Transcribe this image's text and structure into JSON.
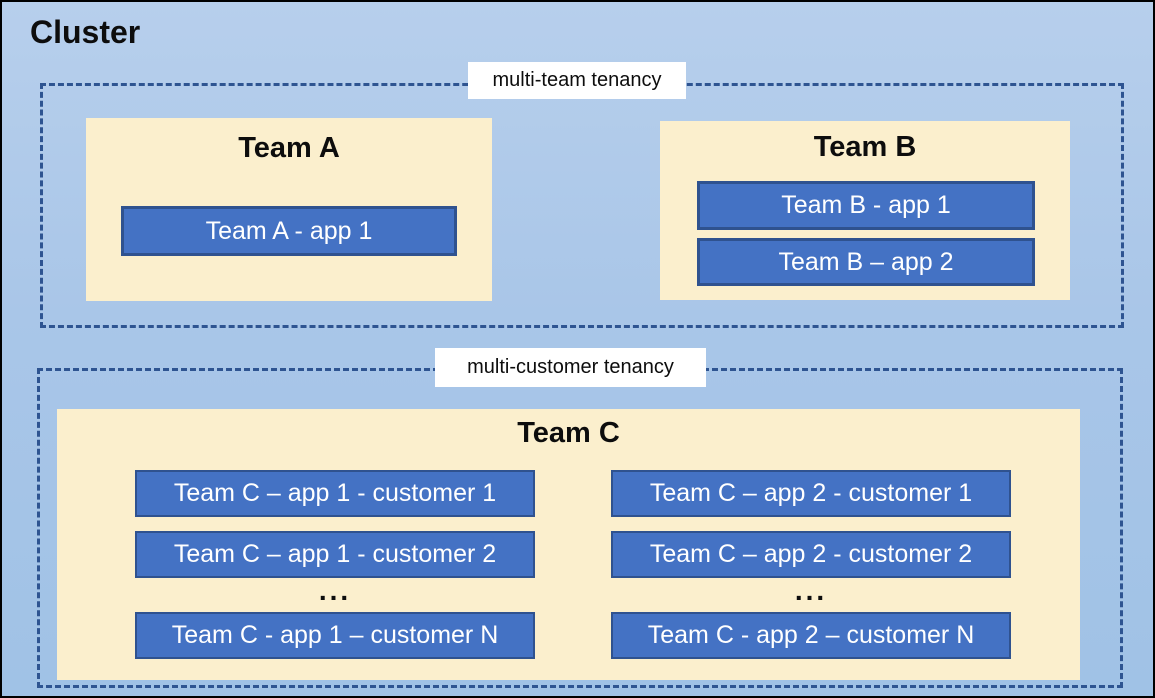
{
  "cluster": {
    "title": "Cluster"
  },
  "colors": {
    "background": "#A9C6E8",
    "panel_fill": "#FBEFCD",
    "app_fill": "#4472C4",
    "app_border": "#2F528F",
    "dashed_border": "#2E5491",
    "label_background": "#FFFFFF",
    "text_dark": "#0D0D0D",
    "text_light": "#FFFFFF"
  },
  "groups": [
    {
      "label": "multi-team tenancy",
      "teams": [
        {
          "name": "Team A",
          "apps": [
            "Team A - app 1"
          ]
        },
        {
          "name": "Team B",
          "apps": [
            "Team B - app 1",
            "Team B – app 2"
          ]
        }
      ]
    },
    {
      "label": "multi-customer tenancy",
      "teams": [
        {
          "name": "Team C",
          "columns": [
            {
              "rows": [
                "Team C – app 1 - customer 1",
                "Team C – app 1 - customer 2"
              ],
              "ellipsis": "...",
              "last_row": "Team C - app 1 – customer N"
            },
            {
              "rows": [
                "Team C – app 2 - customer 1",
                "Team C – app 2 - customer 2"
              ],
              "ellipsis": "...",
              "last_row": "Team C - app 2 – customer N"
            }
          ]
        }
      ]
    }
  ]
}
